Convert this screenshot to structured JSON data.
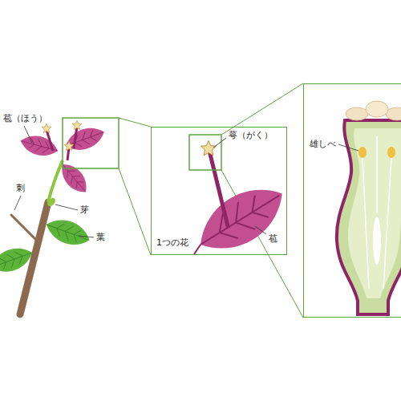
{
  "diagram": {
    "nodes": [
      {
        "text": [
          "萼（がく）",
          "苞",
          "1つの花"
        ]
      },
      {
        "text": [
          "雄しべ"
        ]
      }
    ],
    "labels": [
      "苞（ほう）",
      "刺",
      "芽",
      "葉"
    ]
  }
}
